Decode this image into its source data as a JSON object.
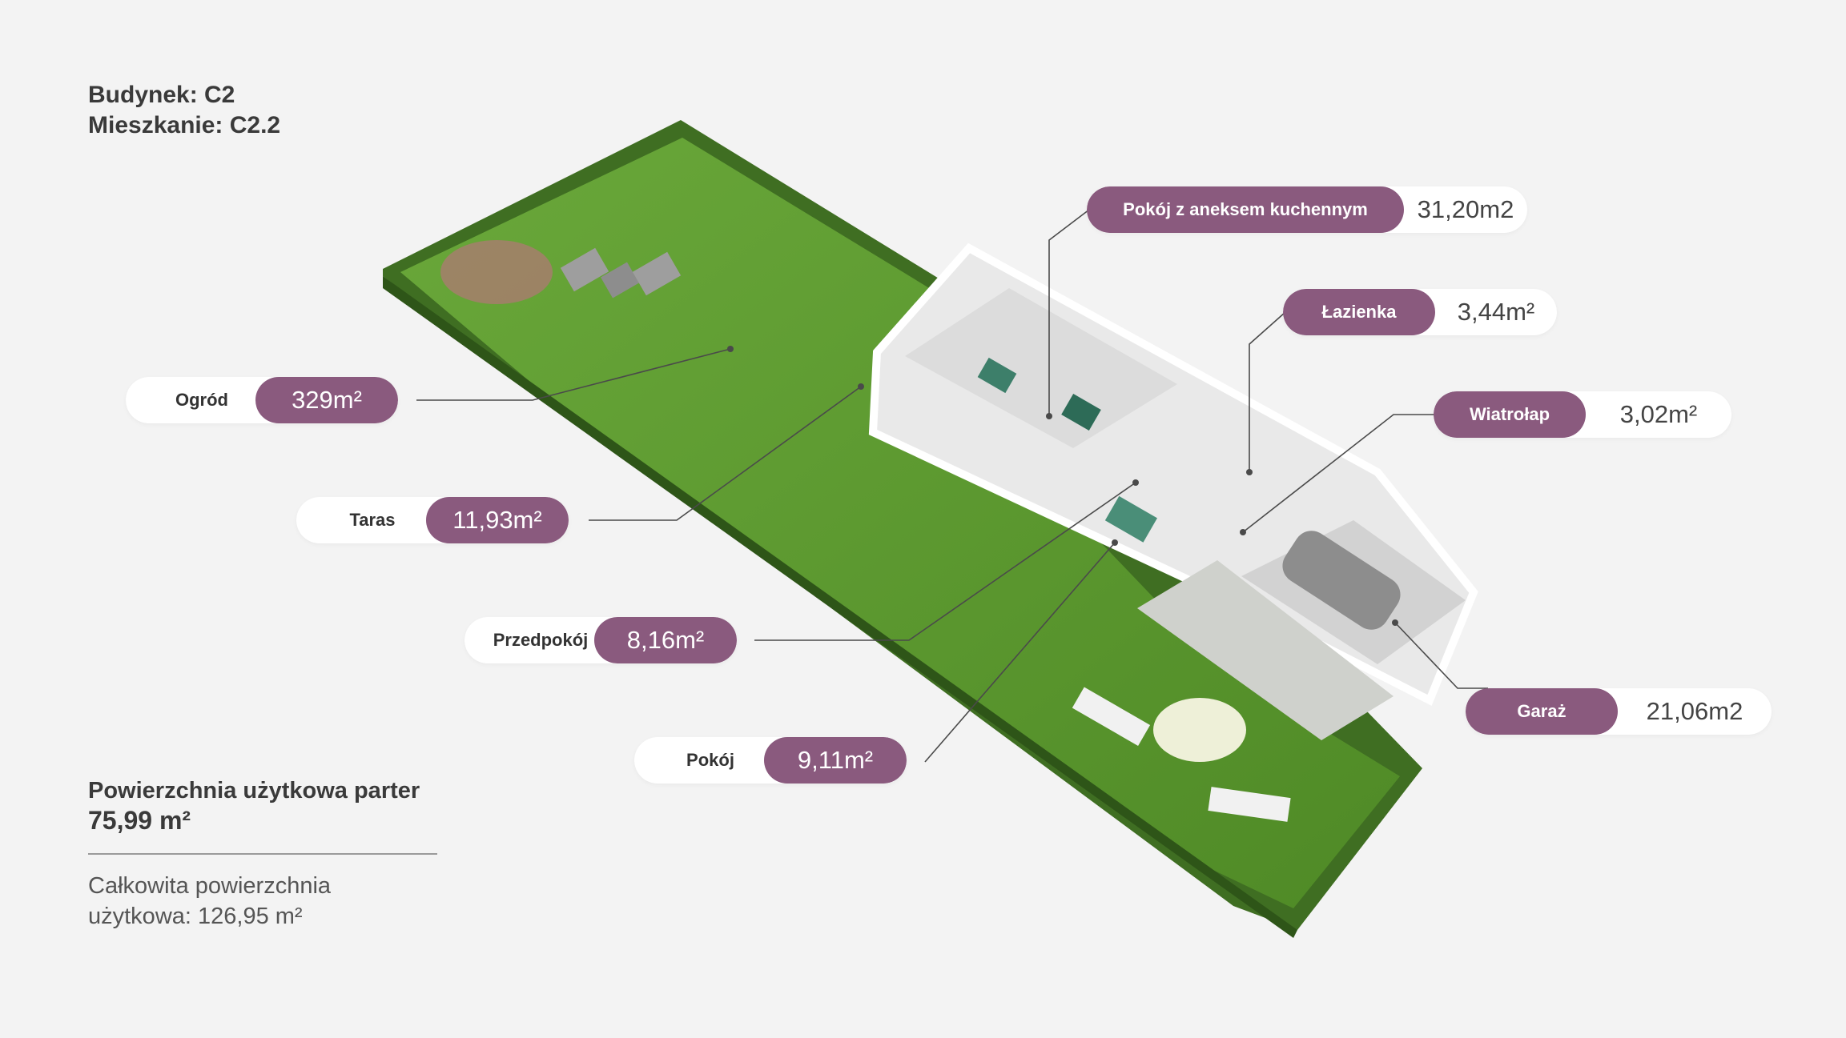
{
  "header": {
    "building": "Budynek: C2",
    "apartment": "Mieszkanie: C2.2"
  },
  "rooms_left": [
    {
      "name": "Ogród",
      "area": "329m²"
    },
    {
      "name": "Taras",
      "area": "11,93m²"
    },
    {
      "name": "Przedpokój",
      "area": "8,16m²"
    },
    {
      "name": "Pokój",
      "area": "9,11m²"
    }
  ],
  "rooms_right": [
    {
      "name": "Pokój z aneksem kuchennym",
      "area": "31,20m2"
    },
    {
      "name": "Łazienka",
      "area": "3,44m²"
    },
    {
      "name": "Wiatrołap",
      "area": "3,02m²"
    },
    {
      "name": "Garaż",
      "area": "21,06m2"
    }
  ],
  "summary": {
    "title": "Powierzchnia użytkowa parter",
    "value": "75,99 m²",
    "total_line1": "Całkowita powierzchnia",
    "total_line2": "użytkowa: 126,95 m²"
  },
  "colors": {
    "accent": "#8a5a7e",
    "grass": "#5e9a2e",
    "hedge": "#3f6e22",
    "background": "#f3f3f3"
  }
}
